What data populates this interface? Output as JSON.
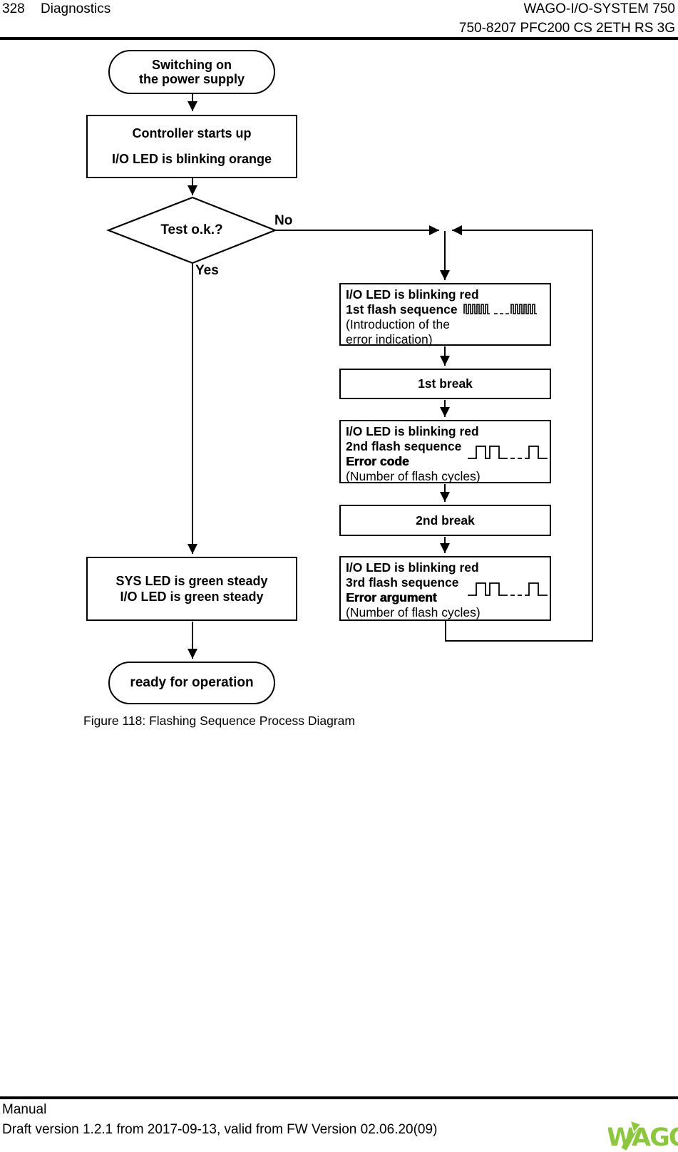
{
  "header": {
    "page_number": "328",
    "section": "Diagnostics",
    "product_line1": "WAGO-I/O-SYSTEM 750",
    "product_line2": "750-8207 PFC200 CS 2ETH RS 3G"
  },
  "flowchart": {
    "start_oval": {
      "line1": "Switching on",
      "line2": "the power supply"
    },
    "controller_box": {
      "line1": "Controller starts up",
      "line2": "I/O LED is blinking orange"
    },
    "decision": {
      "label": "Test o.k.?",
      "no_label": "No",
      "yes_label": "Yes"
    },
    "flash1_box": {
      "line1": "I/O LED is blinking red",
      "line2": "1st flash sequence",
      "line3": "(Introduction of the",
      "line4": "error indication)",
      "waveform_icon": "fast-blink-waveform-icon"
    },
    "break1_box": {
      "label": "1st break"
    },
    "flash2_box": {
      "line1": "I/O LED is blinking red",
      "line2": "2nd flash sequence",
      "line3": "Error code",
      "line4": "(Number of flash cycles)",
      "waveform_icon": "slow-blink-waveform-icon"
    },
    "break2_box": {
      "label": "2nd break"
    },
    "flash3_box": {
      "line1": "I/O LED is blinking red",
      "line2": "3rd flash sequence",
      "line3": "Error argument",
      "line4": "(Number of flash cycles)",
      "waveform_icon": "slow-blink-waveform-icon"
    },
    "success_box": {
      "line1": "SYS LED is green steady",
      "line2": "I/O LED is green steady"
    },
    "end_oval": {
      "label": "ready for operation"
    }
  },
  "caption": "Figure 118: Flashing Sequence Process Diagram",
  "footer": {
    "line1": "Manual",
    "line2": "Draft version 1.2.1 from 2017-09-13, valid from FW Version 02.06.20(09)",
    "logo_text": "WAGO"
  },
  "colors": {
    "line": "#000000",
    "background": "#ffffff",
    "logo_green": "#8DC63F"
  }
}
